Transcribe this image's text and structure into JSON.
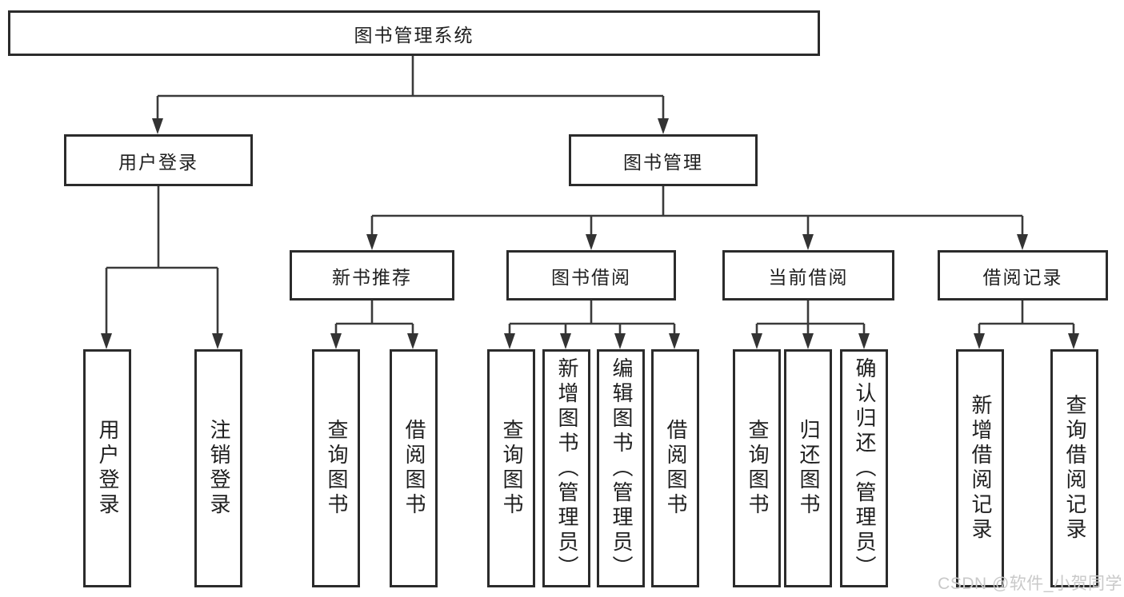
{
  "diagram_type": "hierarchy-tree",
  "colors": {
    "background": "#ffffff",
    "box_border": "#2b2b2b",
    "line": "#3a3a3a",
    "text": "#1f1f1f",
    "watermark": "#c9c9c9"
  },
  "tree": {
    "root": {
      "label": "图书管理系统",
      "children": [
        {
          "label": "用户登录",
          "children": [
            {
              "label": "用户登录"
            },
            {
              "label": "注销登录"
            }
          ]
        },
        {
          "label": "图书管理",
          "children": [
            {
              "label": "新书推荐",
              "children": [
                {
                  "label": "查询图书"
                },
                {
                  "label": "借阅图书"
                }
              ]
            },
            {
              "label": "图书借阅",
              "children": [
                {
                  "label": "查询图书"
                },
                {
                  "label": "新增图书（管理员）"
                },
                {
                  "label": "编辑图书（管理员）"
                },
                {
                  "label": "借阅图书"
                }
              ]
            },
            {
              "label": "当前借阅",
              "children": [
                {
                  "label": "查询图书"
                },
                {
                  "label": "归还图书"
                },
                {
                  "label": "确认归还（管理员）"
                }
              ]
            },
            {
              "label": "借阅记录",
              "children": [
                {
                  "label": "新增借阅记录"
                },
                {
                  "label": "查询借阅记录"
                }
              ]
            }
          ]
        }
      ]
    }
  },
  "watermark": {
    "text": "CSDN @软件_小贺同学"
  }
}
